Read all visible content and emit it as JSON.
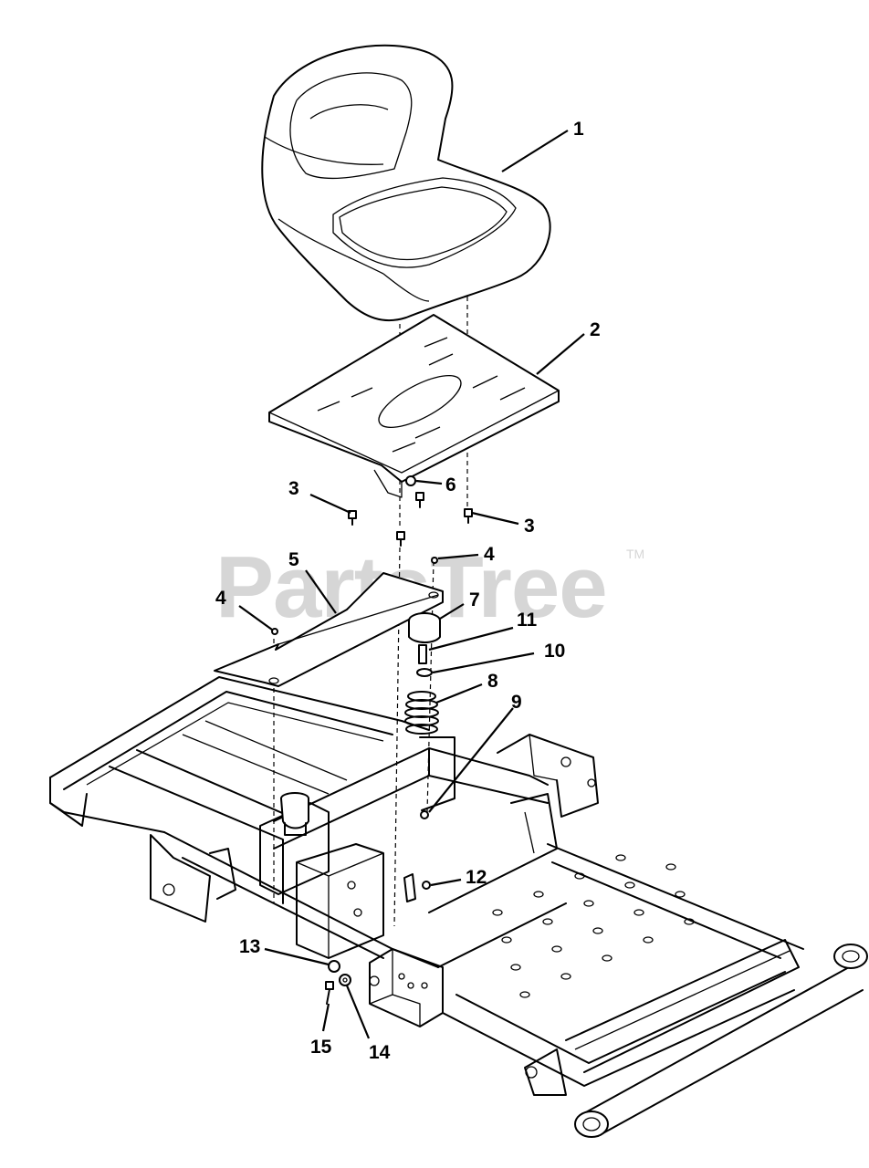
{
  "watermark": {
    "text": "PartsTree",
    "trademark": "TM"
  },
  "callouts": [
    "1",
    "2",
    "3",
    "3",
    "4",
    "4",
    "5",
    "6",
    "7",
    "8",
    "9",
    "10",
    "11",
    "12",
    "13",
    "14",
    "15"
  ]
}
